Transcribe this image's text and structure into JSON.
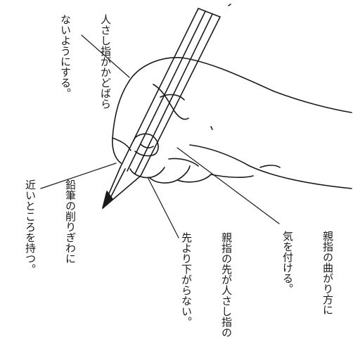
{
  "annotations": {
    "index_finger": {
      "lines": [
        "人さし指がかどばら",
        "ないようにする。"
      ]
    },
    "grip_position": {
      "lines": [
        "鉛筆の削りぎわに",
        "近いところを持つ。"
      ]
    },
    "thumb_tip": {
      "lines": [
        "親指の先が人さし指の",
        "先より下がらない。"
      ]
    },
    "thumb_bend": {
      "lines": [
        "親指の曲がり方に",
        "気を付ける。"
      ]
    }
  }
}
